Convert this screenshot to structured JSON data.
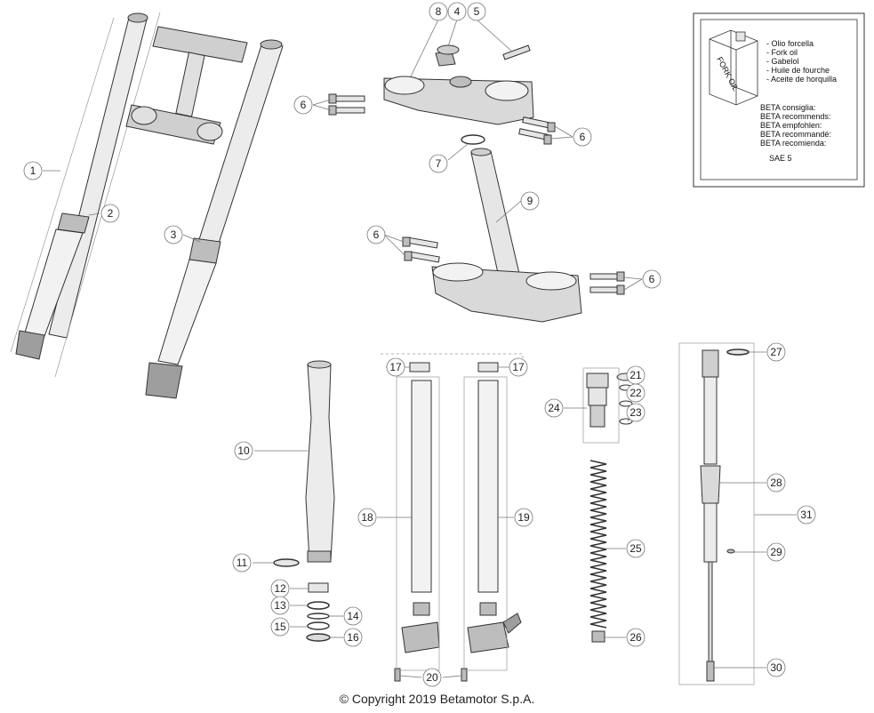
{
  "callouts": {
    "c1": "1",
    "c2": "2",
    "c3": "3",
    "c4": "4",
    "c5": "5",
    "c6a": "6",
    "c6b": "6",
    "c6c": "6",
    "c6d": "6",
    "c7": "7",
    "c8": "8",
    "c9": "9",
    "c10": "10",
    "c11": "11",
    "c12": "12",
    "c13": "13",
    "c14": "14",
    "c15": "15",
    "c16": "16",
    "c17a": "17",
    "c17b": "17",
    "c18": "18",
    "c19": "19",
    "c20": "20",
    "c21": "21",
    "c22": "22",
    "c23": "23",
    "c24": "24",
    "c25": "25",
    "c26": "26",
    "c27": "27",
    "c28": "28",
    "c29": "29",
    "c30": "30",
    "c31": "31"
  },
  "oil_box": {
    "can_label": "FORK OIL",
    "names": [
      "- Olio forcella",
      "- Fork oil",
      "- Gabelol",
      "- Huile de fourche",
      "- Aceite de horquilla"
    ],
    "recommends": [
      "BETA consiglia:",
      "BETA recommends:",
      "BETA empfohlen:",
      "BETA recommandé:",
      "BETA recomienda:"
    ],
    "grade": "SAE 5"
  },
  "copyright": "© Copyright 2019 Betamotor S.p.A.",
  "colors": {
    "line": "#333333",
    "part_fill": "#e6e6e6",
    "part_dark": "#bdbdbd",
    "leader": "#777777"
  }
}
